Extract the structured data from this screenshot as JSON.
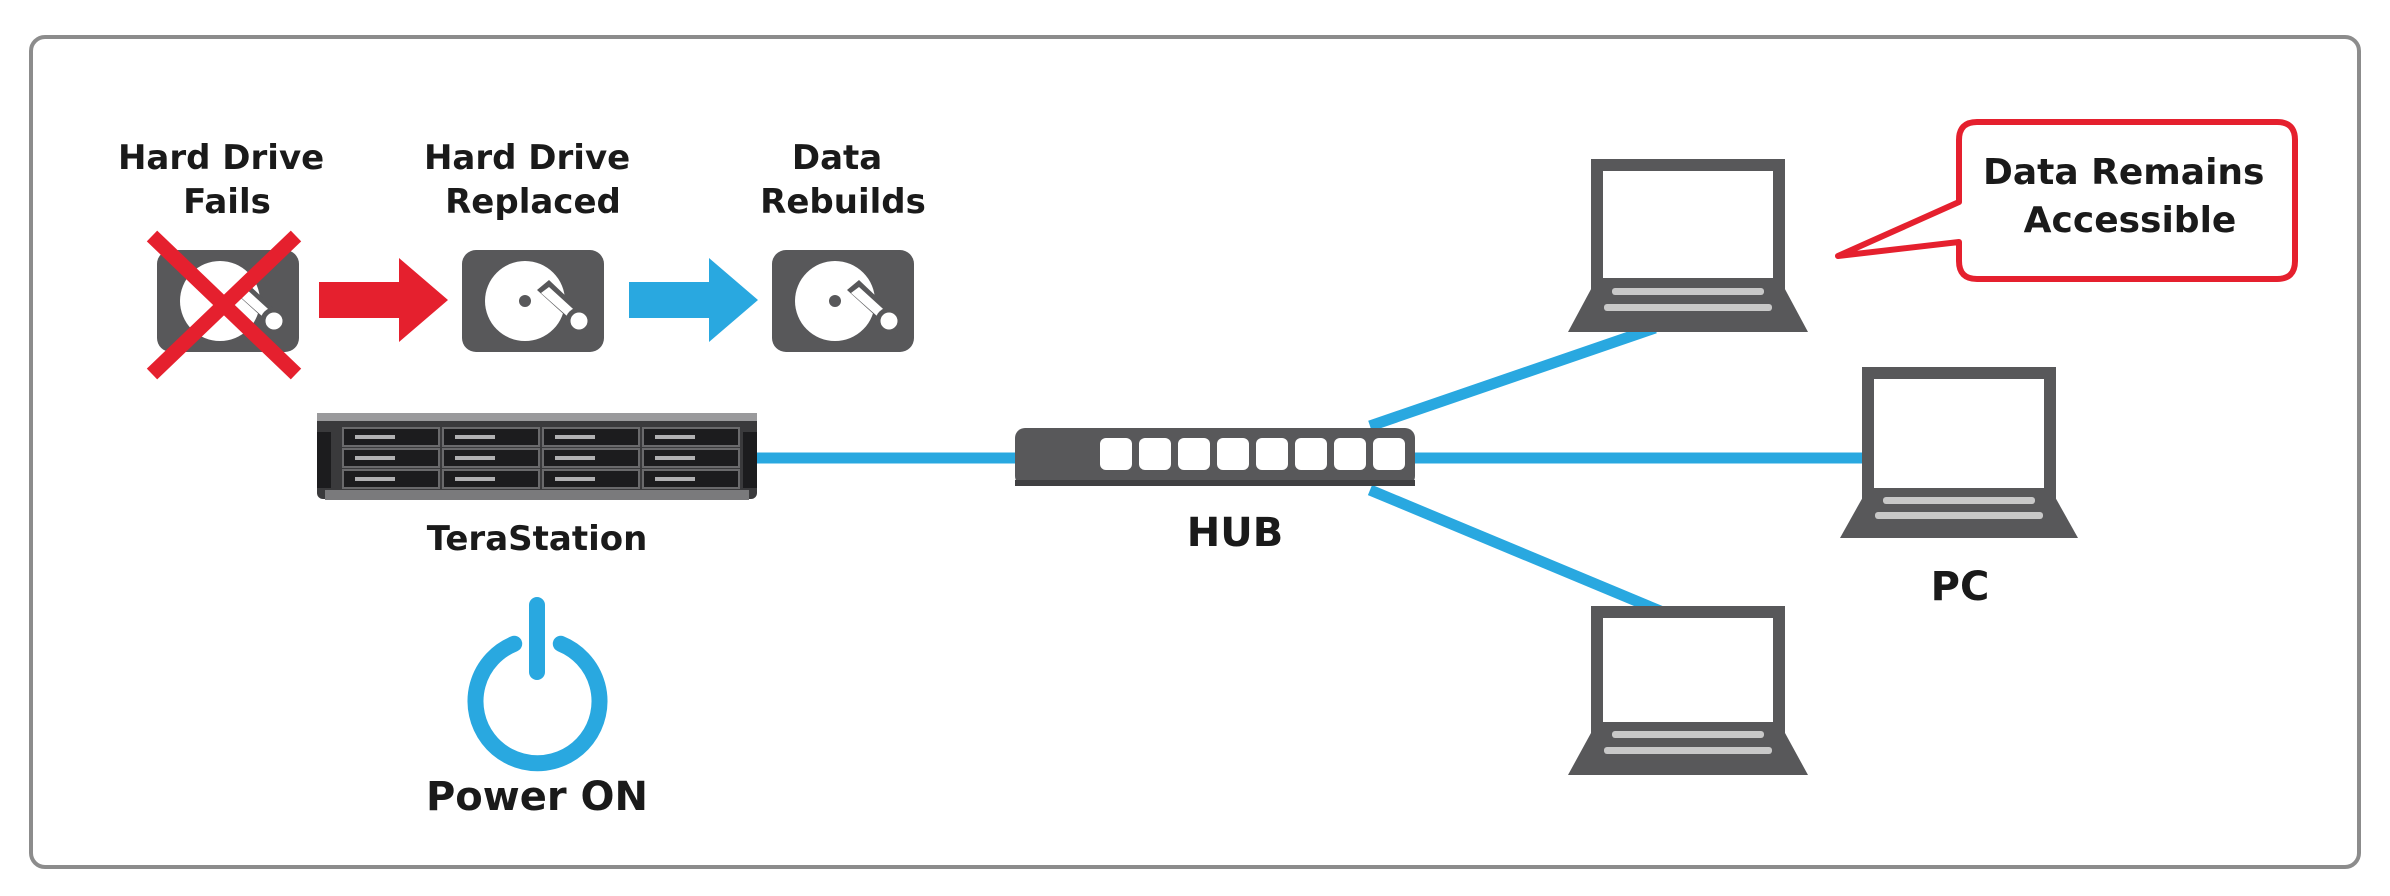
{
  "steps": [
    {
      "line1": "Hard Drive",
      "line2": "Fails"
    },
    {
      "line1": "Hard Drive",
      "line2": "Replaced"
    },
    {
      "line1": "Data",
      "line2": "Rebuilds"
    }
  ],
  "nas_label": "TeraStation",
  "power_label": "Power ON",
  "hub_label": "HUB",
  "pc_label": "PC",
  "callout": {
    "line1": "Data Remains",
    "line2": "Accessible"
  },
  "colors": {
    "accent_blue": "#29a8e0",
    "alert_red": "#e5202e",
    "device_gray": "#58585a",
    "frame_gray": "#8c8c8c"
  },
  "icons": [
    "hard-drive-icon",
    "failed-x-icon",
    "arrow-right-icon",
    "nas-server-icon",
    "power-icon",
    "network-hub-icon",
    "laptop-icon",
    "speech-callout"
  ]
}
